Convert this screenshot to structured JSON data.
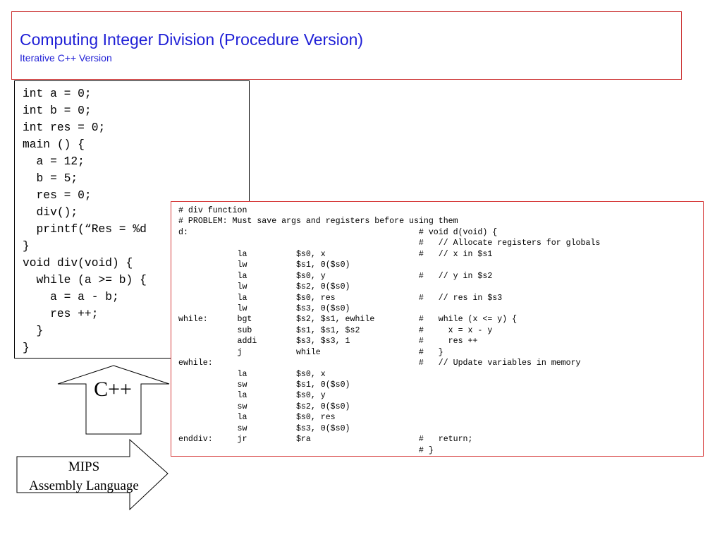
{
  "slide": {
    "title": "Computing Integer Division (Procedure Version)",
    "subtitle": "Iterative C++ Version"
  },
  "cpp_code": {
    "lines": [
      "int a = 0;",
      "int b = 0;",
      "int res = 0;",
      "main () {",
      "  a = 12;",
      "  b = 5;",
      "  res = 0;",
      "  div();",
      "  printf(“Res = %d",
      "}",
      "void div(void) {",
      "  while (a >= b) {",
      "    a = a - b;",
      "    res ++;",
      "  }",
      "}"
    ]
  },
  "mips_code": {
    "lines": [
      "# div function",
      "# PROBLEM: Must save args and registers before using them",
      "d:                                               # void d(void) {",
      "                                                 #   // Allocate registers for globals",
      "            la          $s0, x                   #   // x in $s1",
      "            lw          $s1, 0($s0)",
      "            la          $s0, y                   #   // y in $s2",
      "            lw          $s2, 0($s0)",
      "            la          $s0, res                 #   // res in $s3",
      "            lw          $s3, 0($s0)",
      "while:      bgt         $s2, $s1, ewhile         #   while (x <= y) {",
      "            sub         $s1, $s1, $s2            #     x = x - y",
      "            addi        $s3, $s3, 1              #     res ++",
      "            j           while                    #   }",
      "ewhile:                                          #   // Update variables in memory",
      "            la          $s0, x",
      "            sw          $s1, 0($s0)",
      "            la          $s0, y",
      "            sw          $s2, 0($s0)",
      "            la          $s0, res",
      "            sw          $s3, 0($s0)",
      "enddiv:     jr          $ra                      #   return;",
      "                                                 # }"
    ]
  },
  "arrows": {
    "cpp_label": "C++",
    "mips_label_line1": "MIPS",
    "mips_label_line2": "Assembly Language"
  },
  "colors": {
    "title": "#1f1fd6",
    "title_border": "#cc3333",
    "mips_border": "#d63b3b"
  }
}
